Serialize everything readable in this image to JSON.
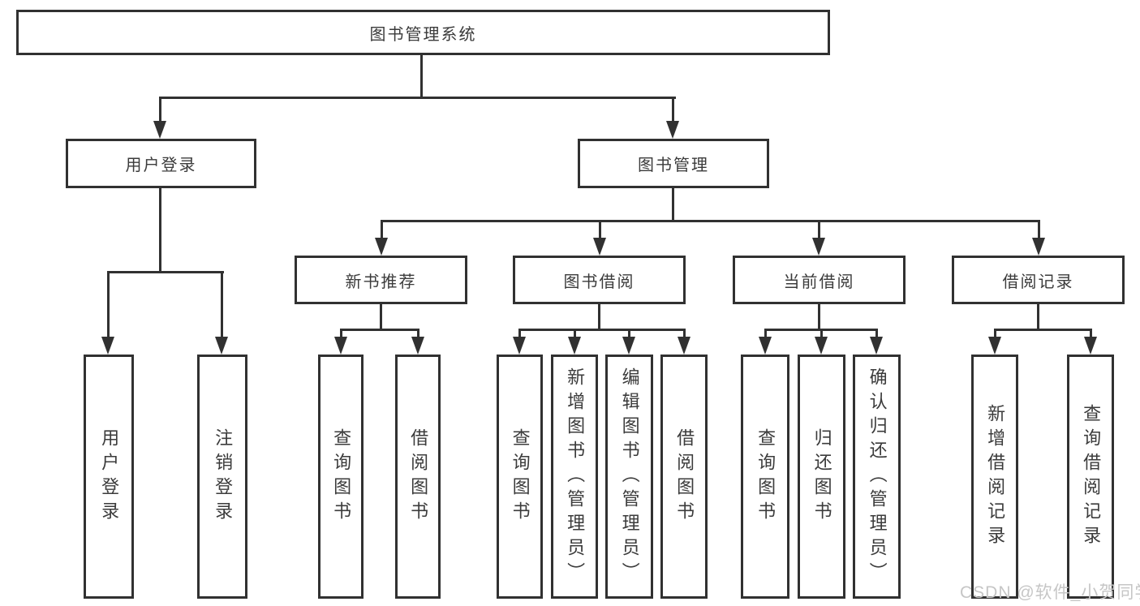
{
  "diagram": {
    "title": "图书管理系统",
    "tree": {
      "label": "图书管理系统",
      "children": [
        {
          "label": "用户登录",
          "children": [
            {
              "label": "用户登录"
            },
            {
              "label": "注销登录"
            }
          ]
        },
        {
          "label": "图书管理",
          "children": [
            {
              "label": "新书推荐",
              "children": [
                {
                  "label": "查询图书"
                },
                {
                  "label": "借阅图书"
                }
              ]
            },
            {
              "label": "图书借阅",
              "children": [
                {
                  "label": "查询图书"
                },
                {
                  "label": "新增图书（管理员）"
                },
                {
                  "label": "编辑图书（管理员）"
                },
                {
                  "label": "借阅图书"
                }
              ]
            },
            {
              "label": "当前借阅",
              "children": [
                {
                  "label": "查询图书"
                },
                {
                  "label": "归还图书"
                },
                {
                  "label": "确认归还（管理员）"
                }
              ]
            },
            {
              "label": "借阅记录",
              "children": [
                {
                  "label": "新增借阅记录"
                },
                {
                  "label": "查询借阅记录"
                }
              ]
            }
          ]
        }
      ]
    },
    "colors": {
      "border": "#313131",
      "text": "#3b3b3b",
      "background": "#ffffff",
      "watermark": "#c6c6c6"
    }
  },
  "watermark": {
    "text": "CSDN @软件_小贺同学"
  }
}
